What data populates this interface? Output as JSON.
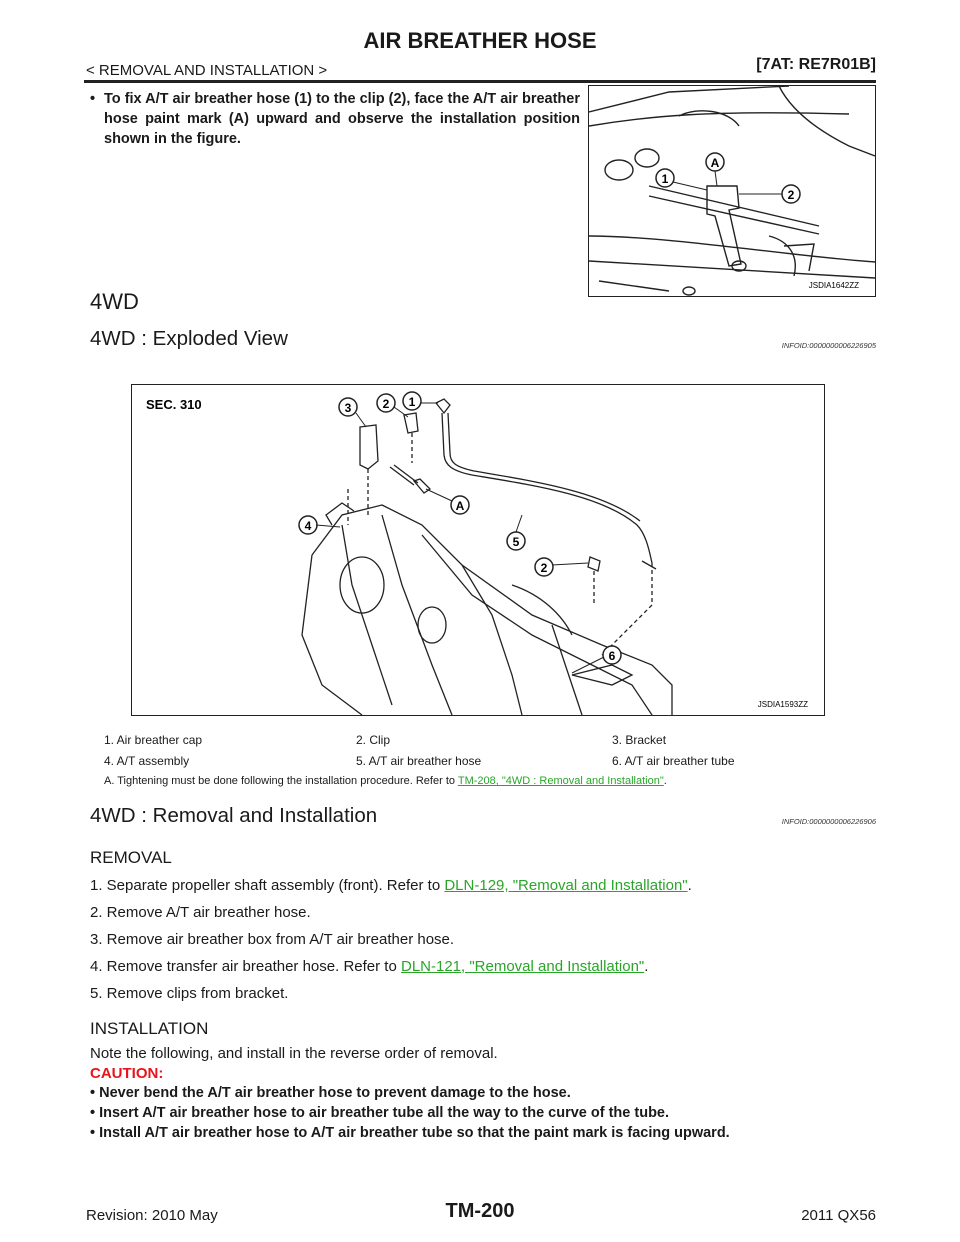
{
  "header": {
    "title": "AIR BREATHER HOSE",
    "section": "< REMOVAL AND INSTALLATION >",
    "model": "[7AT: RE7R01B]"
  },
  "top_note": {
    "bullet": "•",
    "text": "To fix A/T air breather hose (1) to the clip (2), face the A/T air breather hose paint mark (A) upward and observe the installation position shown in the figure."
  },
  "figure1": {
    "code": "JSDIA1642ZZ",
    "callouts": [
      "A",
      "1",
      "2"
    ]
  },
  "heading_4wd": "4WD",
  "exploded": {
    "heading": "4WD : Exploded View",
    "infoid": "INFOID:0000000006226905"
  },
  "figure2": {
    "sec": "SEC. 310",
    "code": "JSDIA1593ZZ",
    "callouts": [
      "1",
      "2",
      "3",
      "A",
      "4",
      "5",
      "2",
      "6"
    ]
  },
  "legend": {
    "items": [
      "1.   Air breather cap",
      "2.   Clip",
      "3.   Bracket",
      "4.   A/T assembly",
      "5.   A/T air breather hose",
      "6.   A/T air breather tube"
    ],
    "note_prefix": "A.    Tightening must be done following the installation procedure. Refer to ",
    "note_link": "TM-208, \"4WD : Removal and Installation\"",
    "note_suffix": "."
  },
  "removal_installation": {
    "heading": "4WD : Removal and Installation",
    "infoid": "INFOID:0000000006226906"
  },
  "removal": {
    "heading": "REMOVAL",
    "steps": [
      {
        "text": "1.  Separate propeller shaft assembly (front). Refer to ",
        "link": "DLN-129, \"Removal and Installation\"",
        "suffix": "."
      },
      {
        "text": "2.  Remove A/T air breather hose.",
        "link": "",
        "suffix": ""
      },
      {
        "text": "3.  Remove air breather box from A/T air breather hose.",
        "link": "",
        "suffix": ""
      },
      {
        "text": "4.  Remove transfer air breather hose. Refer to ",
        "link": "DLN-121, \"Removal and Installation\"",
        "suffix": "."
      },
      {
        "text": "5.  Remove clips from bracket.",
        "link": "",
        "suffix": ""
      }
    ]
  },
  "installation": {
    "heading": "INSTALLATION",
    "text": "Note the following, and install in the reverse order of removal.",
    "caution_label": "CAUTION:",
    "cautions": [
      "•  Never bend the A/T air breather hose to prevent damage to the hose.",
      "•  Insert A/T air breather hose to air breather tube all the way to the curve of the tube.",
      "•  Install A/T air breather hose to A/T air breather tube so that the paint mark is facing upward."
    ]
  },
  "footer": {
    "revision": "Revision: 2010 May",
    "page": "TM-200",
    "model_year": "2011 QX56"
  }
}
